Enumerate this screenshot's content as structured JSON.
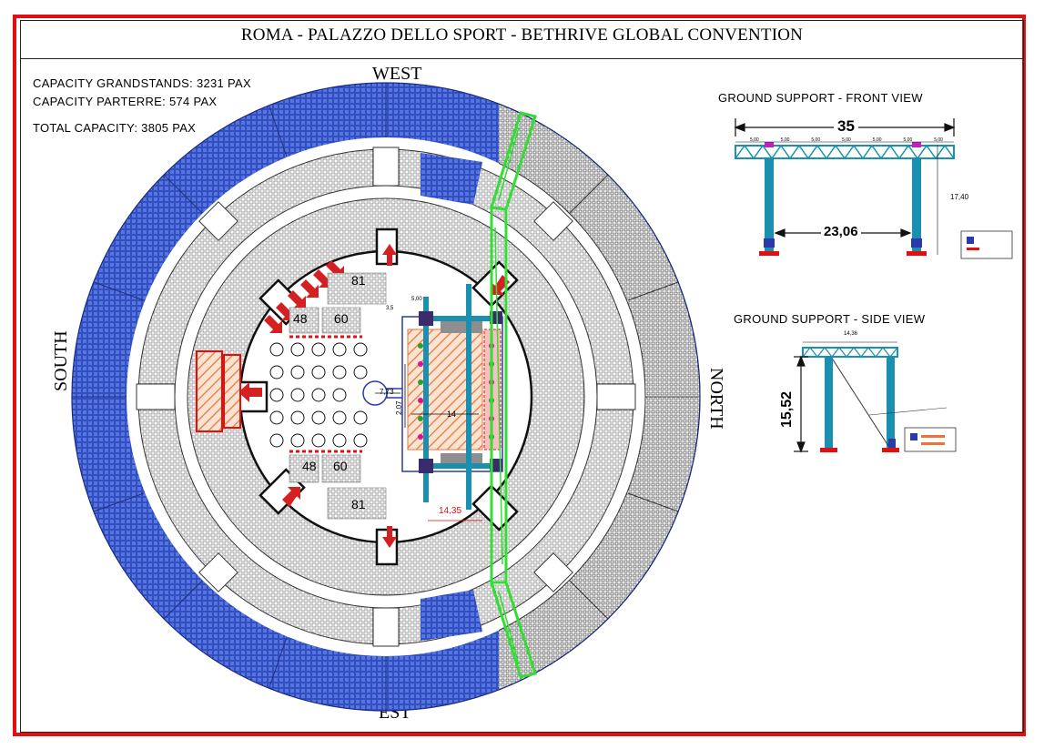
{
  "title": "ROMA - PALAZZO DELLO SPORT  -  BETHRIVE GLOBAL CONVENTION",
  "capacity": {
    "grandstands": "CAPACITY GRANDSTANDS: 3231 PAX",
    "parterre": "CAPACITY PARTERRE: 574 PAX",
    "total": "TOTAL CAPACITY: 3805 PAX"
  },
  "compass": {
    "west": "WEST",
    "south": "SOUTH",
    "north": "NORTH",
    "east": "EST"
  },
  "floor": {
    "block_top_right": "81",
    "block_top_left": "48",
    "block_top_mid": "60",
    "block_bottom_left": "48",
    "block_bottom_mid": "60",
    "block_bottom_right": "81",
    "dim_stage_width": "14",
    "dim_stage_depth": "2,07",
    "dim_runway": "7,73",
    "dim_front": "14,35",
    "dim_truss_a": "5,00",
    "dim_truss_b": "3,5"
  },
  "front_view": {
    "title": "GROUND SUPPORT    - FRONT VIEW",
    "width_dim": "35",
    "inner_dim": "23,06",
    "height_dim": "17,40",
    "segments": [
      "5,00",
      "5,00",
      "5,00",
      "5,00",
      "5,00",
      "5,00",
      "5,00"
    ]
  },
  "side_view": {
    "title": "GROUND SUPPORT  - SIDE VIEW",
    "height_dim": "15,52",
    "top_dim": "14,36"
  },
  "colors": {
    "frame": "#e01010",
    "upper_tier": "#2f4fc4",
    "truss_green": "#33dd33",
    "stage_hatch": "#e8743a",
    "truss_blue": "#1a8fb0",
    "arrow": "#d42020"
  }
}
